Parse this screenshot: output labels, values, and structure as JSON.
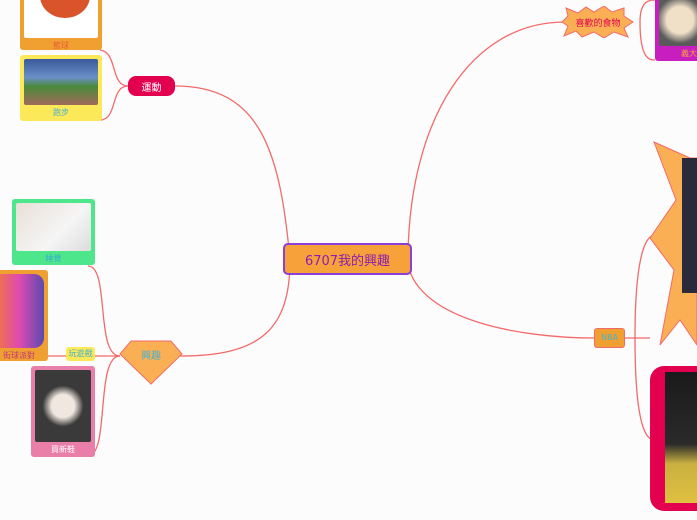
{
  "root": {
    "label": "6707我的興趣"
  },
  "branches": {
    "sports": {
      "label": "運動",
      "items": [
        {
          "label": "籃球"
        },
        {
          "label": "跑步"
        }
      ]
    },
    "hobby": {
      "label": "興趣",
      "items": [
        {
          "label": "睡覺"
        },
        {
          "label": "街球派對"
        },
        {
          "label": "玩遊戲"
        },
        {
          "label": "買新鞋"
        }
      ]
    },
    "food": {
      "label": "喜歡的食物",
      "items": [
        {
          "label": "義大"
        }
      ]
    },
    "nba": {
      "label": "NBA"
    }
  },
  "colors": {
    "line": "#f26a6a",
    "accent": "#f7a13a",
    "root_border": "#8a3fd6"
  }
}
